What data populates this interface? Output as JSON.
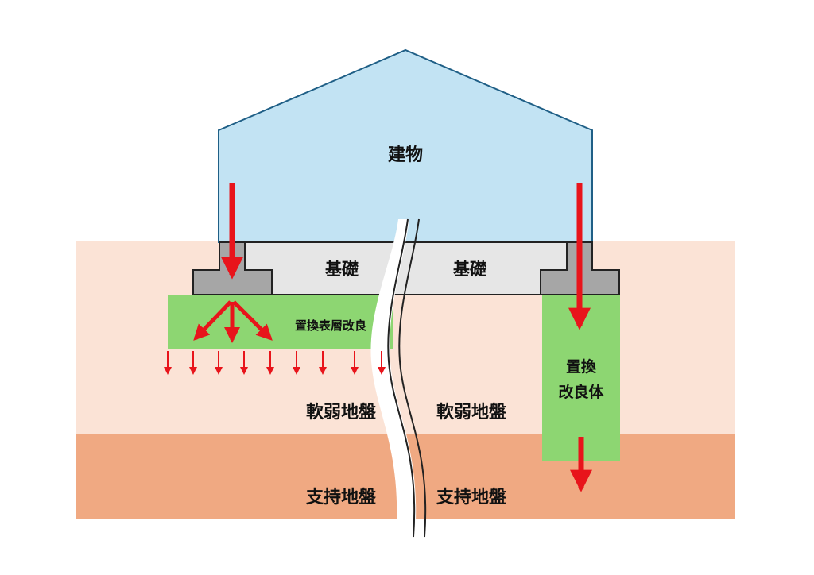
{
  "labels": {
    "building": "建物",
    "foundation_left": "基礎",
    "foundation_right": "基礎",
    "surface_improvement": "置換表層改良",
    "pile_line1": "置換",
    "pile_line2": "改良体",
    "soft_ground_left": "軟弱地盤",
    "soft_ground_right": "軟弱地盤",
    "bearing_ground_left": "支持地盤",
    "bearing_ground_right": "支持地盤"
  },
  "colors": {
    "building_fill": "#c2e3f3",
    "building_stroke": "#1f5f86",
    "soft_ground": "#fbe3d6",
    "bearing_ground": "#f0a982",
    "foundation_slab": "#e6e6e6",
    "footing": "#a6a6a6",
    "improvement": "#8dd672",
    "load_arrow": "#e8141b"
  }
}
